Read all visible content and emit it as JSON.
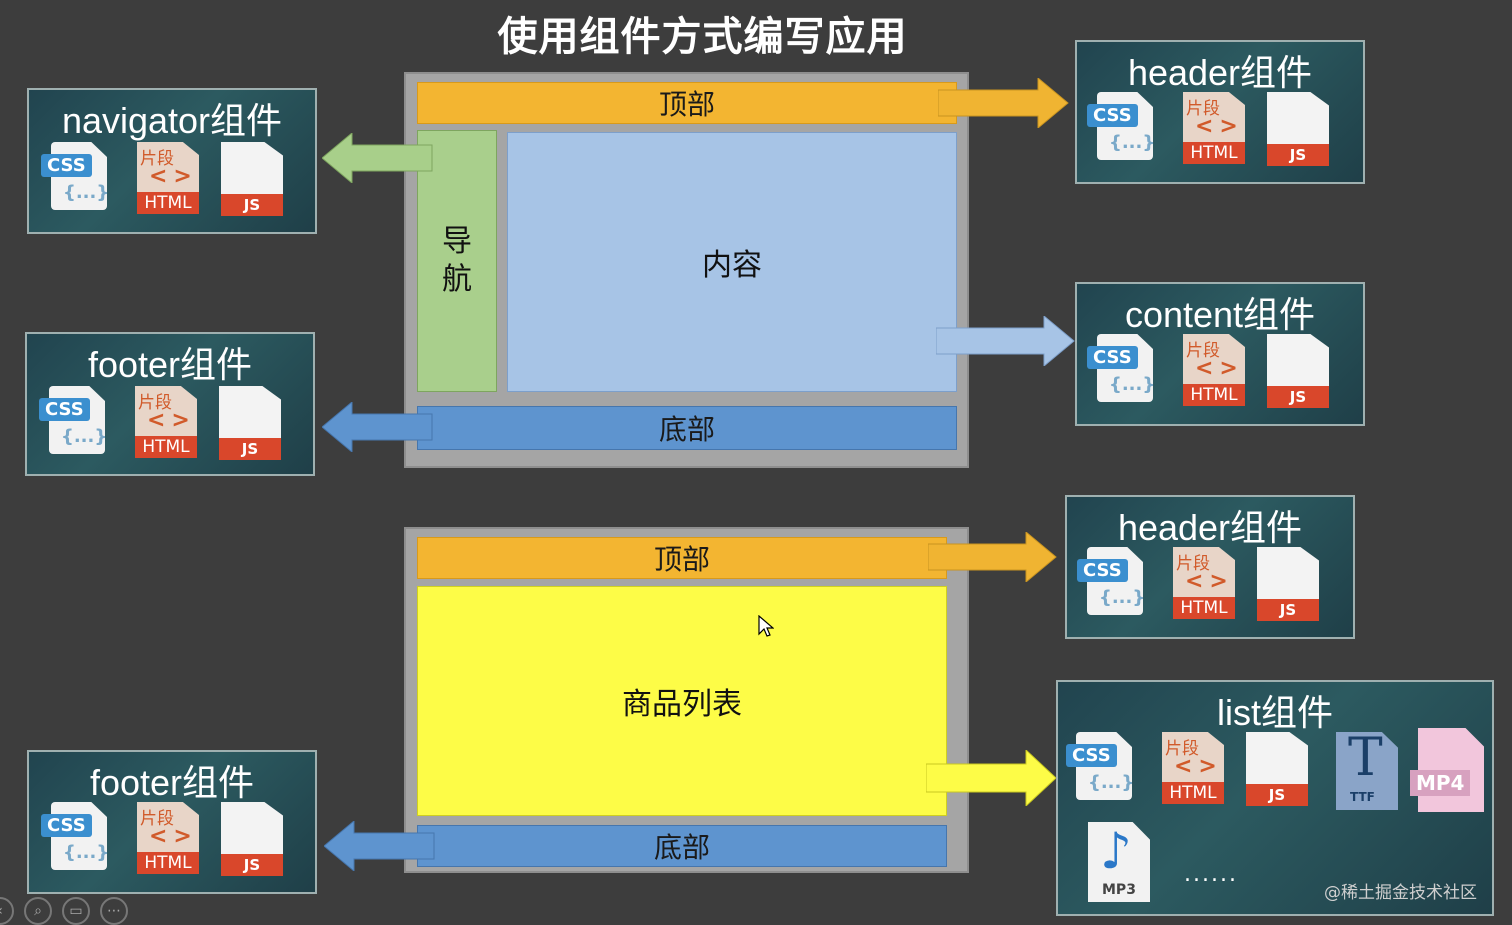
{
  "title": "使用组件方式编写应用",
  "layout1": {
    "top": "顶部",
    "nav": "导航",
    "content": "内容",
    "bottom": "底部"
  },
  "layout2": {
    "top": "顶部",
    "list": "商品列表",
    "bottom": "底部"
  },
  "panels": {
    "navigator": "navigator组件",
    "footer1": "footer组件",
    "header1": "header组件",
    "content": "content组件",
    "header2": "header组件",
    "footer2": "footer组件",
    "list": "list组件"
  },
  "icons": {
    "css": "CSS",
    "css_brace": "{...}",
    "fragment_word": "片段",
    "fragment_tags": "<>",
    "html": "HTML",
    "js": "JS",
    "ttf": "TTF",
    "mp4": "MP4",
    "mp3": "MP3",
    "more": "......"
  },
  "watermark": "@稀土掘金技术社区",
  "colors": {
    "top_bar": "#f3b531",
    "bottom_bar": "#5e94cf",
    "nav": "#a9cf8c",
    "content": "#a7c4e6",
    "list": "#fdfc47"
  }
}
